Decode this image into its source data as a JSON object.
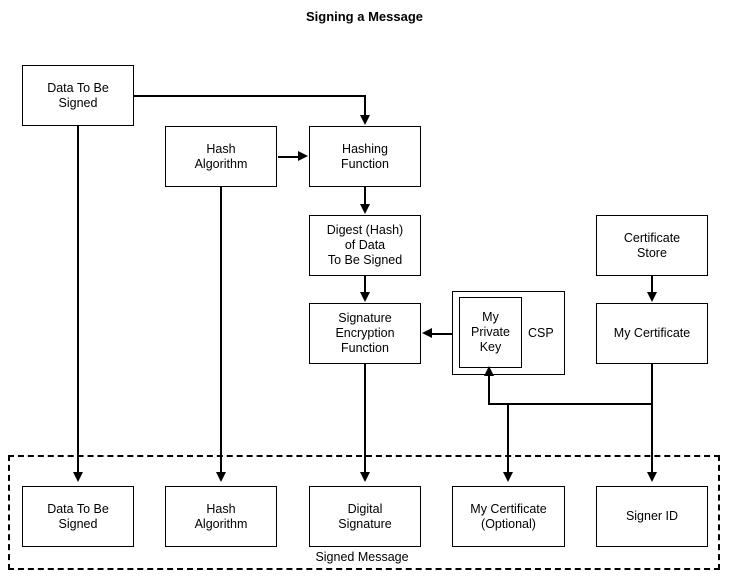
{
  "diagram": {
    "title": "Signing a Message",
    "type": "flowchart",
    "nodes": {
      "data_to_be_signed": "Data To Be\nSigned",
      "hash_algorithm": "Hash\nAlgorithm",
      "hashing_function": "Hashing\nFunction",
      "digest": "Digest (Hash)\nof Data\nTo Be Signed",
      "signature_encryption_function": "Signature\nEncryption\nFunction",
      "my_private_key": "My\nPrivate\nKey",
      "csp": "CSP",
      "certificate_store": "Certificate\nStore",
      "my_certificate": "My Certificate",
      "out_data_to_be_signed": "Data To Be\nSigned",
      "out_hash_algorithm": "Hash\nAlgorithm",
      "out_digital_signature": "Digital\nSignature",
      "out_my_certificate_optional": "My Certificate\n(Optional)",
      "out_signer_id": "Signer ID"
    },
    "regions": {
      "signed_message_label": "Signed Message"
    },
    "colors": {
      "stroke": "#000000",
      "background": "#ffffff",
      "text": "#000000"
    }
  }
}
